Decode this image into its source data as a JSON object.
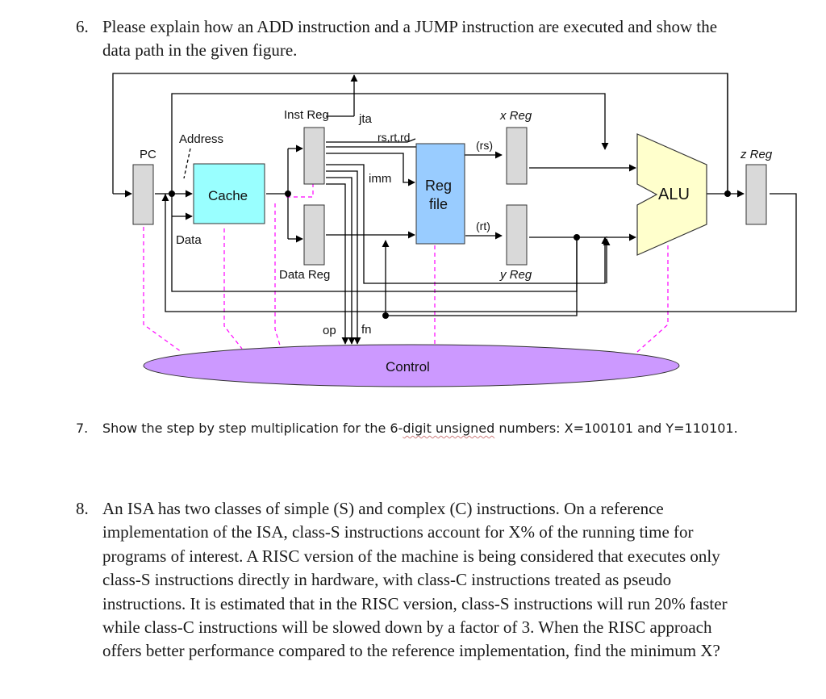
{
  "q6": {
    "number": "6.",
    "text": "Please explain how an ADD instruction and a JUMP instruction are executed and show the data path in the given figure."
  },
  "diagram": {
    "labels": {
      "pc": "PC",
      "address": "Address",
      "data": "Data",
      "cache": "Cache",
      "inst_reg": "Inst Reg",
      "data_reg": "Data Reg",
      "jta": "jta",
      "rs_rt_rd": "rs,rt,rd",
      "imm": "imm",
      "reg_file_line1": "Reg",
      "reg_file_line2": "file",
      "rs": "(rs)",
      "rt": "(rt)",
      "x_reg": "x Reg",
      "y_reg": "y Reg",
      "alu": "ALU",
      "z_reg": "z Reg",
      "op": "op",
      "fn": "fn",
      "control": "Control"
    },
    "colors": {
      "cache_fill": "#99ffff",
      "reg_file_fill": "#99ccff",
      "alu_fill": "#ffffcc",
      "control_fill": "#cc99ff",
      "register_fill": "#d9d9d9",
      "control_line": "#ff00ff"
    }
  },
  "q7": {
    "number": "7.",
    "text_before": "Show the step by step multiplication for the 6-",
    "text_underlined": "digit  unsigned",
    "text_after": " numbers: X=100101 and Y=110101."
  },
  "q8": {
    "number": "8.",
    "text": "An ISA has two classes of simple (S) and complex (C) instructions. On a reference implementation of the ISA, class-S instructions account for X% of the running time for programs of interest. A RISC version of the machine is being considered that executes only class-S instructions directly in hardware, with class-C instructions treated as pseudo instructions. It is estimated that in the RISC version, class-S instructions will run 20% faster while class-C instructions will be slowed down by a factor of 3. When the RISC approach offers better performance compared to the reference implementation, find the minimum X?"
  }
}
